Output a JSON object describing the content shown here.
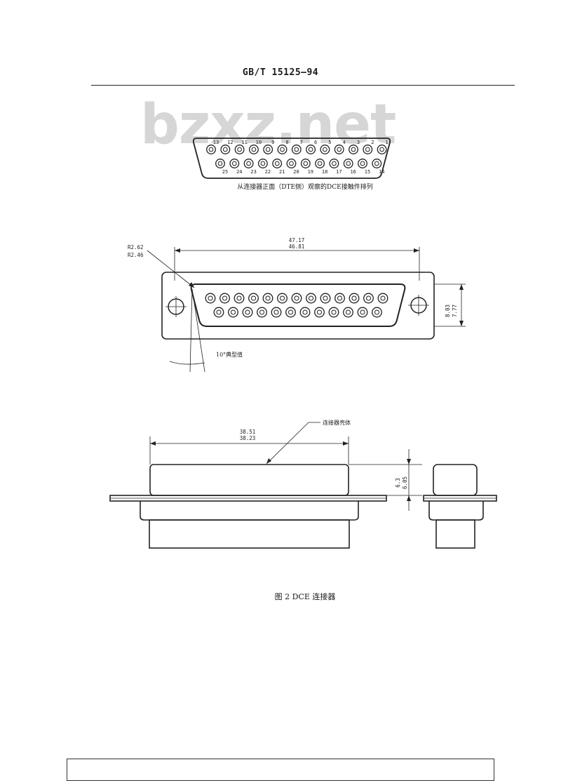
{
  "header": {
    "doc_code": "GB/T 15125—94"
  },
  "watermark": "bzxz.net",
  "face_view": {
    "top_row_numbers": [
      "13",
      "12",
      "11",
      "10",
      "9",
      "8",
      "7",
      "6",
      "5",
      "4",
      "3",
      "2",
      "1"
    ],
    "bottom_row_numbers": [
      "25",
      "24",
      "23",
      "22",
      "21",
      "20",
      "19",
      "18",
      "17",
      "16",
      "15",
      "14"
    ],
    "caption": "从连接器正面（DTE侧）观察的DCE接触件排列"
  },
  "front_view": {
    "radius_max": "R2.62",
    "radius_min": "R2.46",
    "width_max": "47.17",
    "width_min": "46.81",
    "height_max": "8.03",
    "height_min": "7.77",
    "angle_note": "10°典型值"
  },
  "side_view": {
    "shell_width_max": "38.51",
    "shell_width_min": "38.23",
    "shell_label": "连接器壳体",
    "height_max": "6.3",
    "height_min": "6.05"
  },
  "figure_caption": "图 2   DCE 连接器"
}
